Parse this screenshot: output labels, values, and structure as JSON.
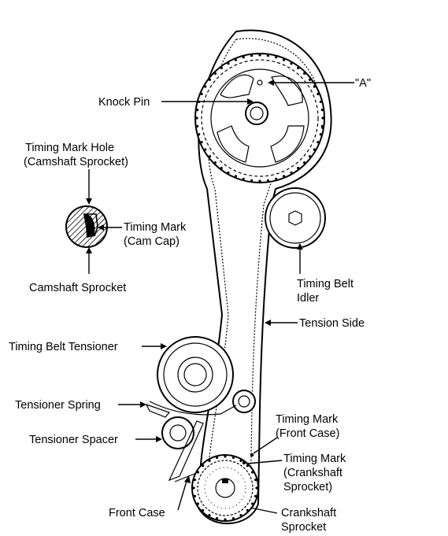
{
  "labels": {
    "a": "\"A\"",
    "knock_pin": "Knock Pin",
    "timing_mark_hole_1": "Timing Mark Hole",
    "timing_mark_hole_2": "(Camshaft Sprocket)",
    "timing_mark_cam_1": "Timing Mark",
    "timing_mark_cam_2": "(Cam Cap)",
    "camshaft_sprocket": "Camshaft Sprocket",
    "idler_1": "Timing Belt",
    "idler_2": "Idler",
    "tension_side": "Tension Side",
    "tensioner": "Timing Belt Tensioner",
    "tensioner_spring": "Tensioner Spring",
    "tensioner_spacer": "Tensioner Spacer",
    "tm_front_case_1": "Timing Mark",
    "tm_front_case_2": "(Front Case)",
    "tm_crank_1": "Timing Mark",
    "tm_crank_2": "(Crankshaft",
    "tm_crank_3": "Sprocket)",
    "front_case": "Front Case",
    "crank_sprocket_1": "Crankshaft",
    "crank_sprocket_2": "Sprocket"
  }
}
